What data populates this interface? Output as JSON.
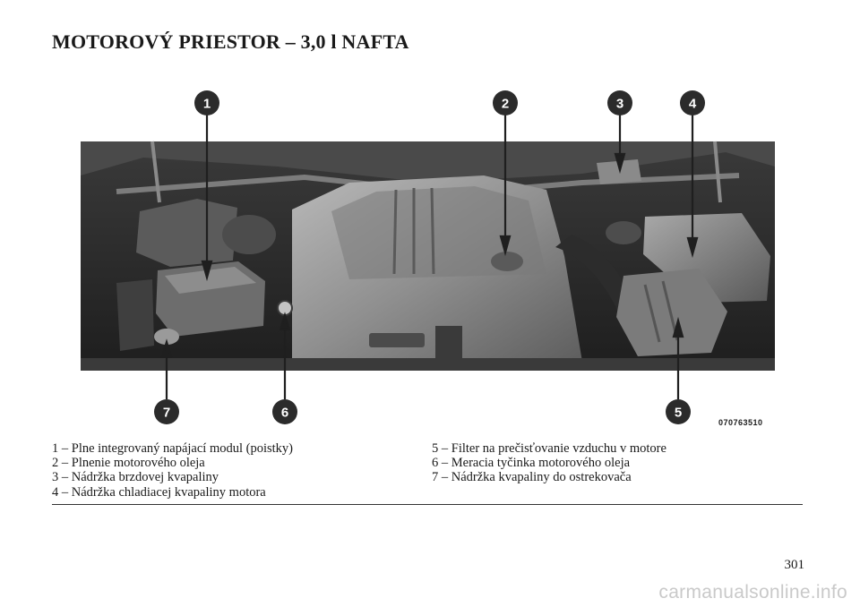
{
  "page": {
    "title": "MOTOROVÝ PRIESTOR – 3,0 l NAFTA",
    "page_number": "301",
    "watermark": "carmanualsonline.info"
  },
  "figure": {
    "code": "070763510",
    "callouts": [
      "1",
      "2",
      "3",
      "4",
      "5",
      "6",
      "7"
    ]
  },
  "legend": {
    "left": [
      "1 – Plne integrovaný napájací modul (poistky)",
      "2 – Plnenie motorového oleja",
      "3 – Nádržka brzdovej kvapaliny",
      "4 – Nádržka chladiacej kvapaliny motora"
    ],
    "right": [
      "5 – Filter na prečisťovanie vzduchu v motore",
      "6 – Meracia tyčinka motorového oleja",
      "7 – Nádržka kvapaliny do ostrekovača"
    ]
  },
  "colors": {
    "photo_dark": "#2a2a2a",
    "photo_mid": "#6e6e6e",
    "photo_light": "#a8a8a8",
    "callout": "#2b2b2b"
  }
}
